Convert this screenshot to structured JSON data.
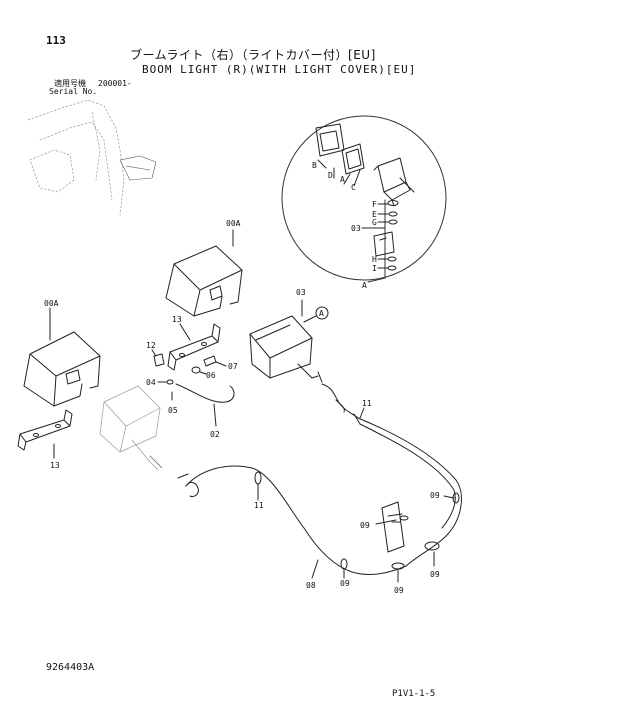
{
  "header": {
    "page_number": "113",
    "title_jp": "ブームライト（右）（ライトカバー付）[EU]",
    "title_en": "BOOM LIGHT (R)(WITH LIGHT COVER)[EU]",
    "serial_label_jp": "適用号機",
    "serial_label_en": "Serial No.",
    "serial_value": "200001-"
  },
  "detail_labels": {
    "b": "B",
    "d": "D",
    "a1": "A",
    "c": "C",
    "f": "F",
    "e": "E",
    "g": "G",
    "p03": "03",
    "h": "H",
    "i": "I",
    "a2": "A"
  },
  "part_labels": {
    "p00a_top": "00A",
    "p00a_left": "00A",
    "p13_top": "13",
    "p13_bottom": "13",
    "p12": "12",
    "p04": "04",
    "p05": "05",
    "p06": "06",
    "p07": "07",
    "p02": "02",
    "p03": "03",
    "callout_a": "A",
    "p11_top": "11",
    "p11_bottom": "11",
    "p08": "08",
    "p09_a": "09",
    "p09_b": "09",
    "p09_c": "09",
    "p09_d": "09",
    "p09_e": "09"
  },
  "footer": {
    "doc_number": "9264403A",
    "page_code": "P1V1-1-5"
  }
}
